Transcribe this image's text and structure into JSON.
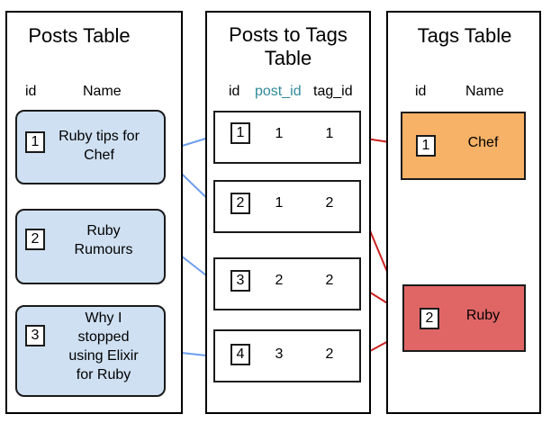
{
  "posts_table": {
    "title": "Posts Table",
    "col_id": "id",
    "col_name": "Name",
    "rows": [
      {
        "id": "1",
        "name": "Ruby tips for\nChef"
      },
      {
        "id": "2",
        "name": "Ruby\nRumours"
      },
      {
        "id": "3",
        "name": "Why I\nstopped\nusing Elixir\nfor Ruby"
      }
    ]
  },
  "posts_to_tags_table": {
    "title": "Posts to Tags\nTable",
    "col_id": "id",
    "col_post_id": "post_id",
    "col_tag_id": "tag_id",
    "rows": [
      {
        "id": "1",
        "post_id": "1",
        "tag_id": "1"
      },
      {
        "id": "2",
        "post_id": "1",
        "tag_id": "2"
      },
      {
        "id": "3",
        "post_id": "2",
        "tag_id": "2"
      },
      {
        "id": "4",
        "post_id": "3",
        "tag_id": "2"
      }
    ]
  },
  "tags_table": {
    "title": "Tags Table",
    "col_id": "id",
    "col_name": "Name",
    "rows": [
      {
        "id": "1",
        "name": "Chef"
      },
      {
        "id": "2",
        "name": "Ruby"
      }
    ]
  },
  "colors": {
    "post_fill": "#cfe0f2",
    "chef_fill": "#f7b267",
    "ruby_fill": "#e06666",
    "post_link_line": "#6d9eeb",
    "tag_link_line": "#cc2222",
    "post_id_header": "#2f8a9a"
  }
}
